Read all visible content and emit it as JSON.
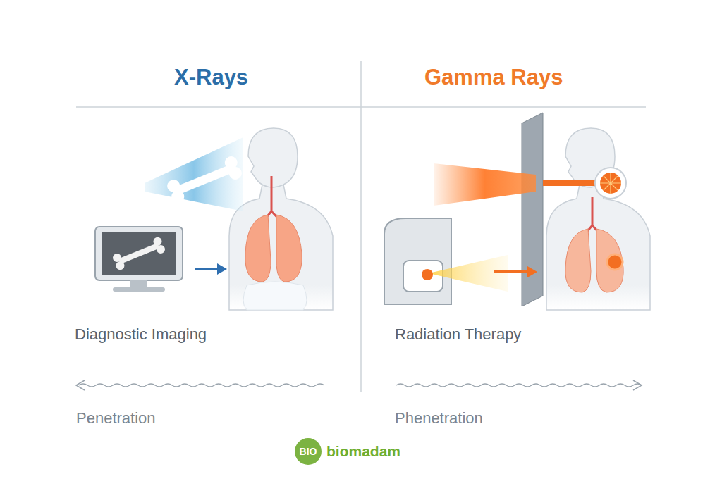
{
  "diagram": {
    "nodes": [
      {
        "text": [
          "BIO"
        ]
      }
    ],
    "labels": [
      "X-Rays",
      "Gamma Rays",
      "Diagnostic Imaging",
      "Radiation Therapy",
      "Penetration",
      "Phenetration",
      "biomadam"
    ]
  }
}
